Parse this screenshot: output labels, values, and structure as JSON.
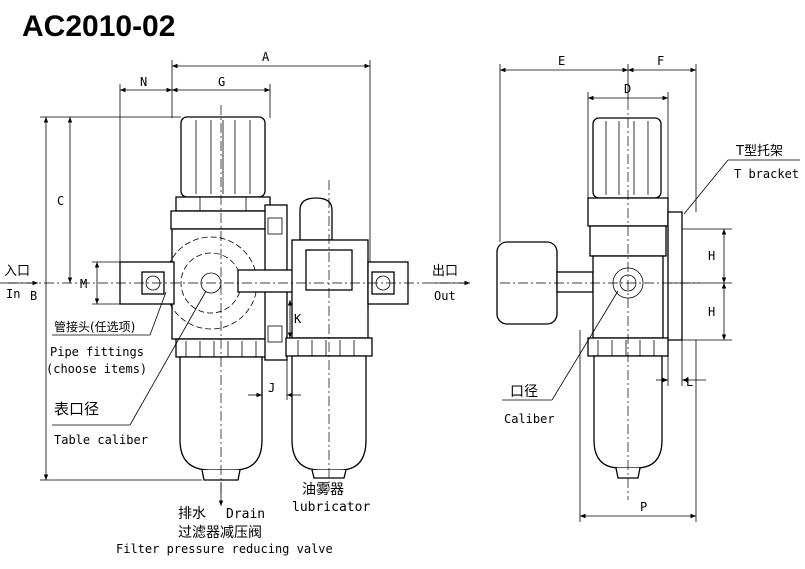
{
  "title": "AC2010-02",
  "dimensions": {
    "A": "A",
    "B": "B",
    "C": "C",
    "G": "G",
    "N": "N",
    "M": "M",
    "K": "K",
    "J": "J",
    "E": "E",
    "F": "F",
    "D": "D",
    "H1": "H",
    "H2": "H",
    "L": "L",
    "P": "P"
  },
  "labels": {
    "inlet_cn": "入口",
    "inlet_en": "In",
    "outlet_cn": "出口",
    "outlet_en": "Out",
    "pipe_cn": "管接头(任选项)",
    "pipe_en": "Pipe fittings",
    "pipe_en2": "(choose items)",
    "gauge_cn": "表口径",
    "gauge_en": "Table caliber",
    "drain_cn": "排水",
    "drain_en": "Drain",
    "frv_cn": "过滤器减压阀",
    "frv_en": "Filter pressure reducing valve",
    "lub_cn": "油雾器",
    "lub_en": "lubricator",
    "bracket_cn": "T型托架",
    "bracket_en": "T bracket",
    "caliber_cn": "口径",
    "caliber_en": "Caliber"
  }
}
